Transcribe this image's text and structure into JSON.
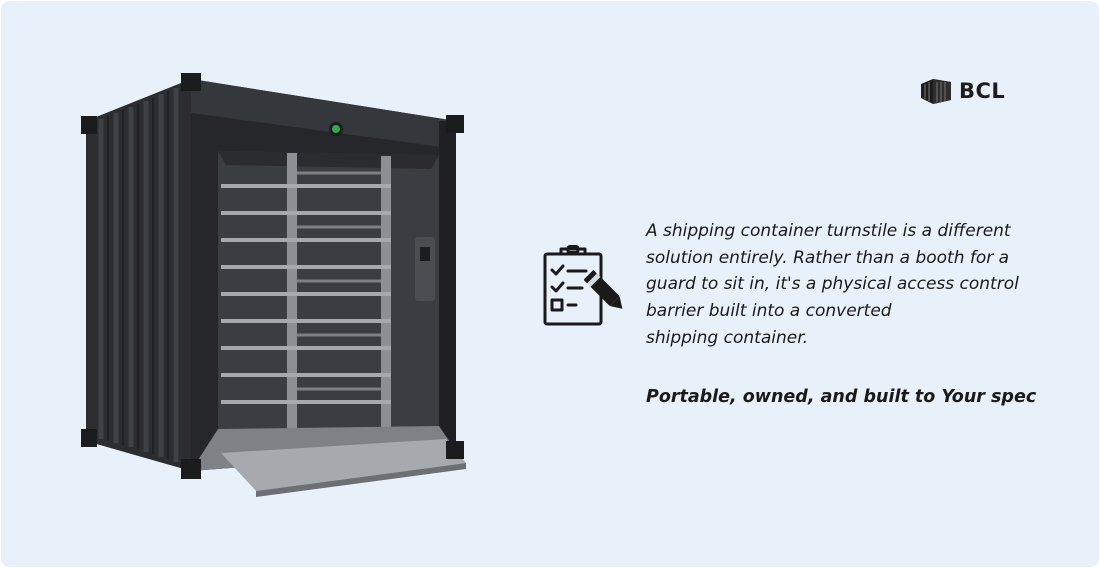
{
  "brand": {
    "logo_text": "BCL",
    "logo_icon": "shipping-container-icon"
  },
  "illustration": {
    "subject": "shipping-container-turnstile",
    "icon": "clipboard-checklist-icon"
  },
  "content": {
    "description_lines": [
      "A shipping container turnstile is a different",
      "solution entirely. Rather than a booth for a",
      "guard to sit in, it's a physical access control",
      "barrier built into a converted",
      "shipping container."
    ],
    "tagline": "Portable, owned, and built to Your spec"
  },
  "colors": {
    "background": "#e8f1fa",
    "container": "#2c2e31",
    "text": "#1a1a1a",
    "indicator_green": "#2fa84f"
  }
}
